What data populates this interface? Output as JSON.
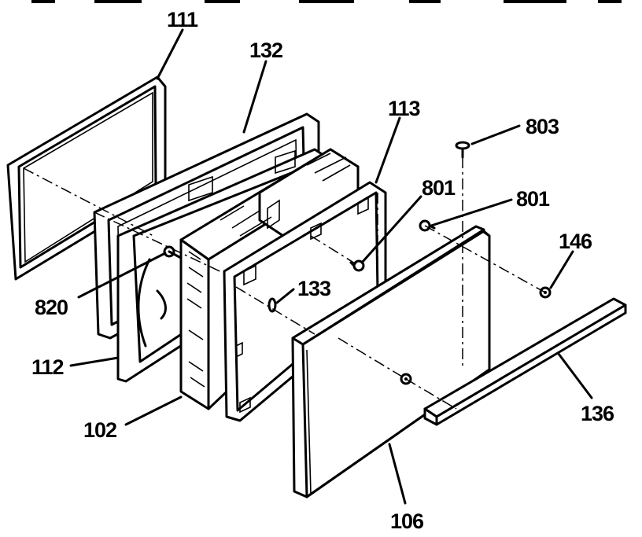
{
  "diagram": {
    "parts": [
      {
        "id": "p111",
        "label": "111"
      },
      {
        "id": "p132",
        "label": "132"
      },
      {
        "id": "p113",
        "label": "113"
      },
      {
        "id": "p803",
        "label": "803"
      },
      {
        "id": "p801a",
        "label": "801"
      },
      {
        "id": "p801b",
        "label": "801"
      },
      {
        "id": "p146",
        "label": "146"
      },
      {
        "id": "p820",
        "label": "820"
      },
      {
        "id": "p133",
        "label": "133"
      },
      {
        "id": "p112",
        "label": "112"
      },
      {
        "id": "p102",
        "label": "102"
      },
      {
        "id": "p136",
        "label": "136"
      },
      {
        "id": "p106",
        "label": "106"
      }
    ]
  }
}
